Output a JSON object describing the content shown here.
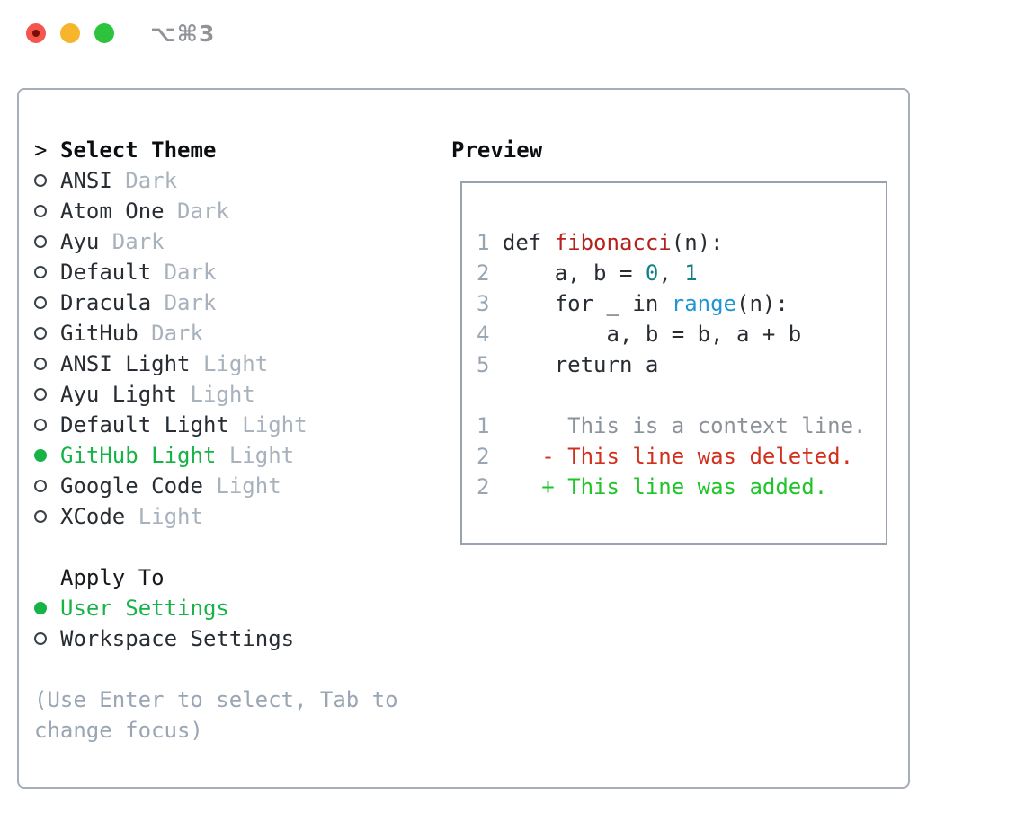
{
  "titlebar": {
    "title": "⌥⌘3"
  },
  "panel": {
    "theme_section": {
      "prompt": ">",
      "title": "Select Theme",
      "themes": [
        {
          "name": "ANSI",
          "variant": "Dark",
          "selected": false
        },
        {
          "name": "Atom One",
          "variant": "Dark",
          "selected": false
        },
        {
          "name": "Ayu",
          "variant": "Dark",
          "selected": false
        },
        {
          "name": "Default",
          "variant": "Dark",
          "selected": false
        },
        {
          "name": "Dracula",
          "variant": "Dark",
          "selected": false
        },
        {
          "name": "GitHub",
          "variant": "Dark",
          "selected": false
        },
        {
          "name": "ANSI Light",
          "variant": "Light",
          "selected": false
        },
        {
          "name": "Ayu Light",
          "variant": "Light",
          "selected": false
        },
        {
          "name": "Default Light",
          "variant": "Light",
          "selected": false
        },
        {
          "name": "GitHub Light",
          "variant": "Light",
          "selected": true
        },
        {
          "name": "Google Code",
          "variant": "Light",
          "selected": false
        },
        {
          "name": "XCode",
          "variant": "Light",
          "selected": false
        }
      ]
    },
    "apply_section": {
      "title": "Apply To",
      "options": [
        {
          "label": "User Settings",
          "selected": true
        },
        {
          "label": "Workspace Settings",
          "selected": false
        }
      ]
    },
    "footer_hint": "(Use Enter to select, Tab to change focus)",
    "preview": {
      "title": "Preview",
      "lines": [
        {
          "num": "1",
          "segments": [
            {
              "t": "def ",
              "c": "fg"
            },
            {
              "t": "fibonacci",
              "c": "func"
            },
            {
              "t": "(n):",
              "c": "fg"
            }
          ]
        },
        {
          "num": "2",
          "segments": [
            {
              "t": "    a, b = ",
              "c": "fg"
            },
            {
              "t": "0",
              "c": "num"
            },
            {
              "t": ", ",
              "c": "fg"
            },
            {
              "t": "1",
              "c": "num"
            }
          ]
        },
        {
          "num": "3",
          "segments": [
            {
              "t": "    for _ in ",
              "c": "fg"
            },
            {
              "t": "range",
              "c": "builtin"
            },
            {
              "t": "(n):",
              "c": "fg"
            }
          ]
        },
        {
          "num": "4",
          "segments": [
            {
              "t": "        a, b = b, a + b",
              "c": "fg"
            }
          ]
        },
        {
          "num": "5",
          "segments": [
            {
              "t": "    return a",
              "c": "fg"
            }
          ]
        },
        {
          "num": "",
          "segments": []
        },
        {
          "num": "1",
          "segments": [
            {
              "t": "     This is a context line.",
              "c": "ctx"
            }
          ]
        },
        {
          "num": "2",
          "segments": [
            {
              "t": "   - This line was deleted.",
              "c": "del"
            }
          ]
        },
        {
          "num": "2",
          "segments": [
            {
              "t": "   + This line was added.",
              "c": "add"
            }
          ]
        }
      ]
    }
  },
  "colors": {
    "selection_green": "#17b347",
    "added_green": "#1fc428",
    "deleted_red": "#d2301e",
    "function_red": "#b3231c",
    "builtin_blue": "#2196d4",
    "number_teal": "#0f7f8c",
    "context_gray": "#8b9299",
    "variant_gray": "#a8b2bd",
    "line_number_gray": "#98a5b3",
    "text_dark": "#272d33",
    "panel_border": "#a7aeb8",
    "preview_border": "#99a3af",
    "traffic_red": "#f4554c",
    "traffic_yellow": "#f7b52d",
    "traffic_green": "#2ec33d"
  }
}
